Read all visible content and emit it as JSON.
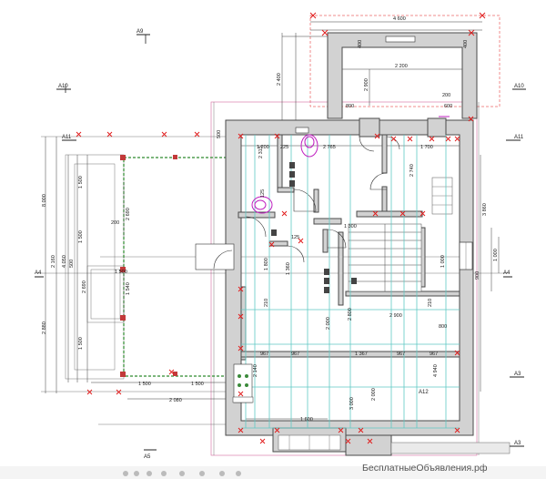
{
  "axis_labels": {
    "a_top_left": "A9",
    "a_upper_left": "A10",
    "a_upper_right": "A10",
    "a_mid_left": "A11",
    "a_mid_right": "A11",
    "a_section_left": "A4",
    "a_section_right": "A4",
    "a_lower_right": "A3",
    "a_bottom_right": "A3",
    "a_bottom": "A5",
    "a_inner": "A12"
  },
  "dimensions": {
    "top_overall": "4 600",
    "top_side_1": "400",
    "top_side_2": "400",
    "top_width_room": "2 200",
    "top_vert_1": "2 400",
    "top_vert_2": "2 900",
    "top_left_800": "800",
    "top_right_600": "600",
    "top_right_200": "200",
    "row1_1200": "1 200",
    "row1_225": "225",
    "row1_2765": "2 765",
    "row1_1700": "1 700",
    "row1_500": "500",
    "left_1500_top": "1 500",
    "left_8000": "8 000",
    "left_1500_mid": "1 500",
    "left_2160": "2 160",
    "left_4050": "4 050",
    "left_500": "500",
    "left_2690": "2 690",
    "left_1500_low": "1 500",
    "left_2880": "2 880",
    "veranda_1500": "1 500",
    "veranda_1540": "1 540",
    "veranda_200": "200",
    "veranda_1500_h": "1 500",
    "veranda_2690": "2 690",
    "inner_125a": "125",
    "inner_125b": "125",
    "inner_2315": "2 315",
    "inner_1300": "1 300",
    "inner_1800": "1 800",
    "inner_210a": "210",
    "inner_210b": "210",
    "inner_2740": "2 740",
    "inner_1000": "1 000",
    "inner_2900": "2 900",
    "inner_2800": "2 800",
    "inner_1360": "1 360",
    "inner_2000": "2 000",
    "inner_3000": "3 000",
    "inner_800": "800",
    "right_900": "900",
    "right_3860": "3 860",
    "right_1000": "1 000",
    "row2_967a": "967",
    "row2_967b": "967",
    "row2_1367": "1 367",
    "row2_967c": "967",
    "row2_967d": "967",
    "low_2140": "2 140",
    "low_4940": "4 940",
    "low_1600": "1 600",
    "low_2080": "2 080",
    "bottom_1500": "1 500",
    "bottom_2000": "2 000"
  },
  "watermark": "БесплатныеОбъявления.рф"
}
